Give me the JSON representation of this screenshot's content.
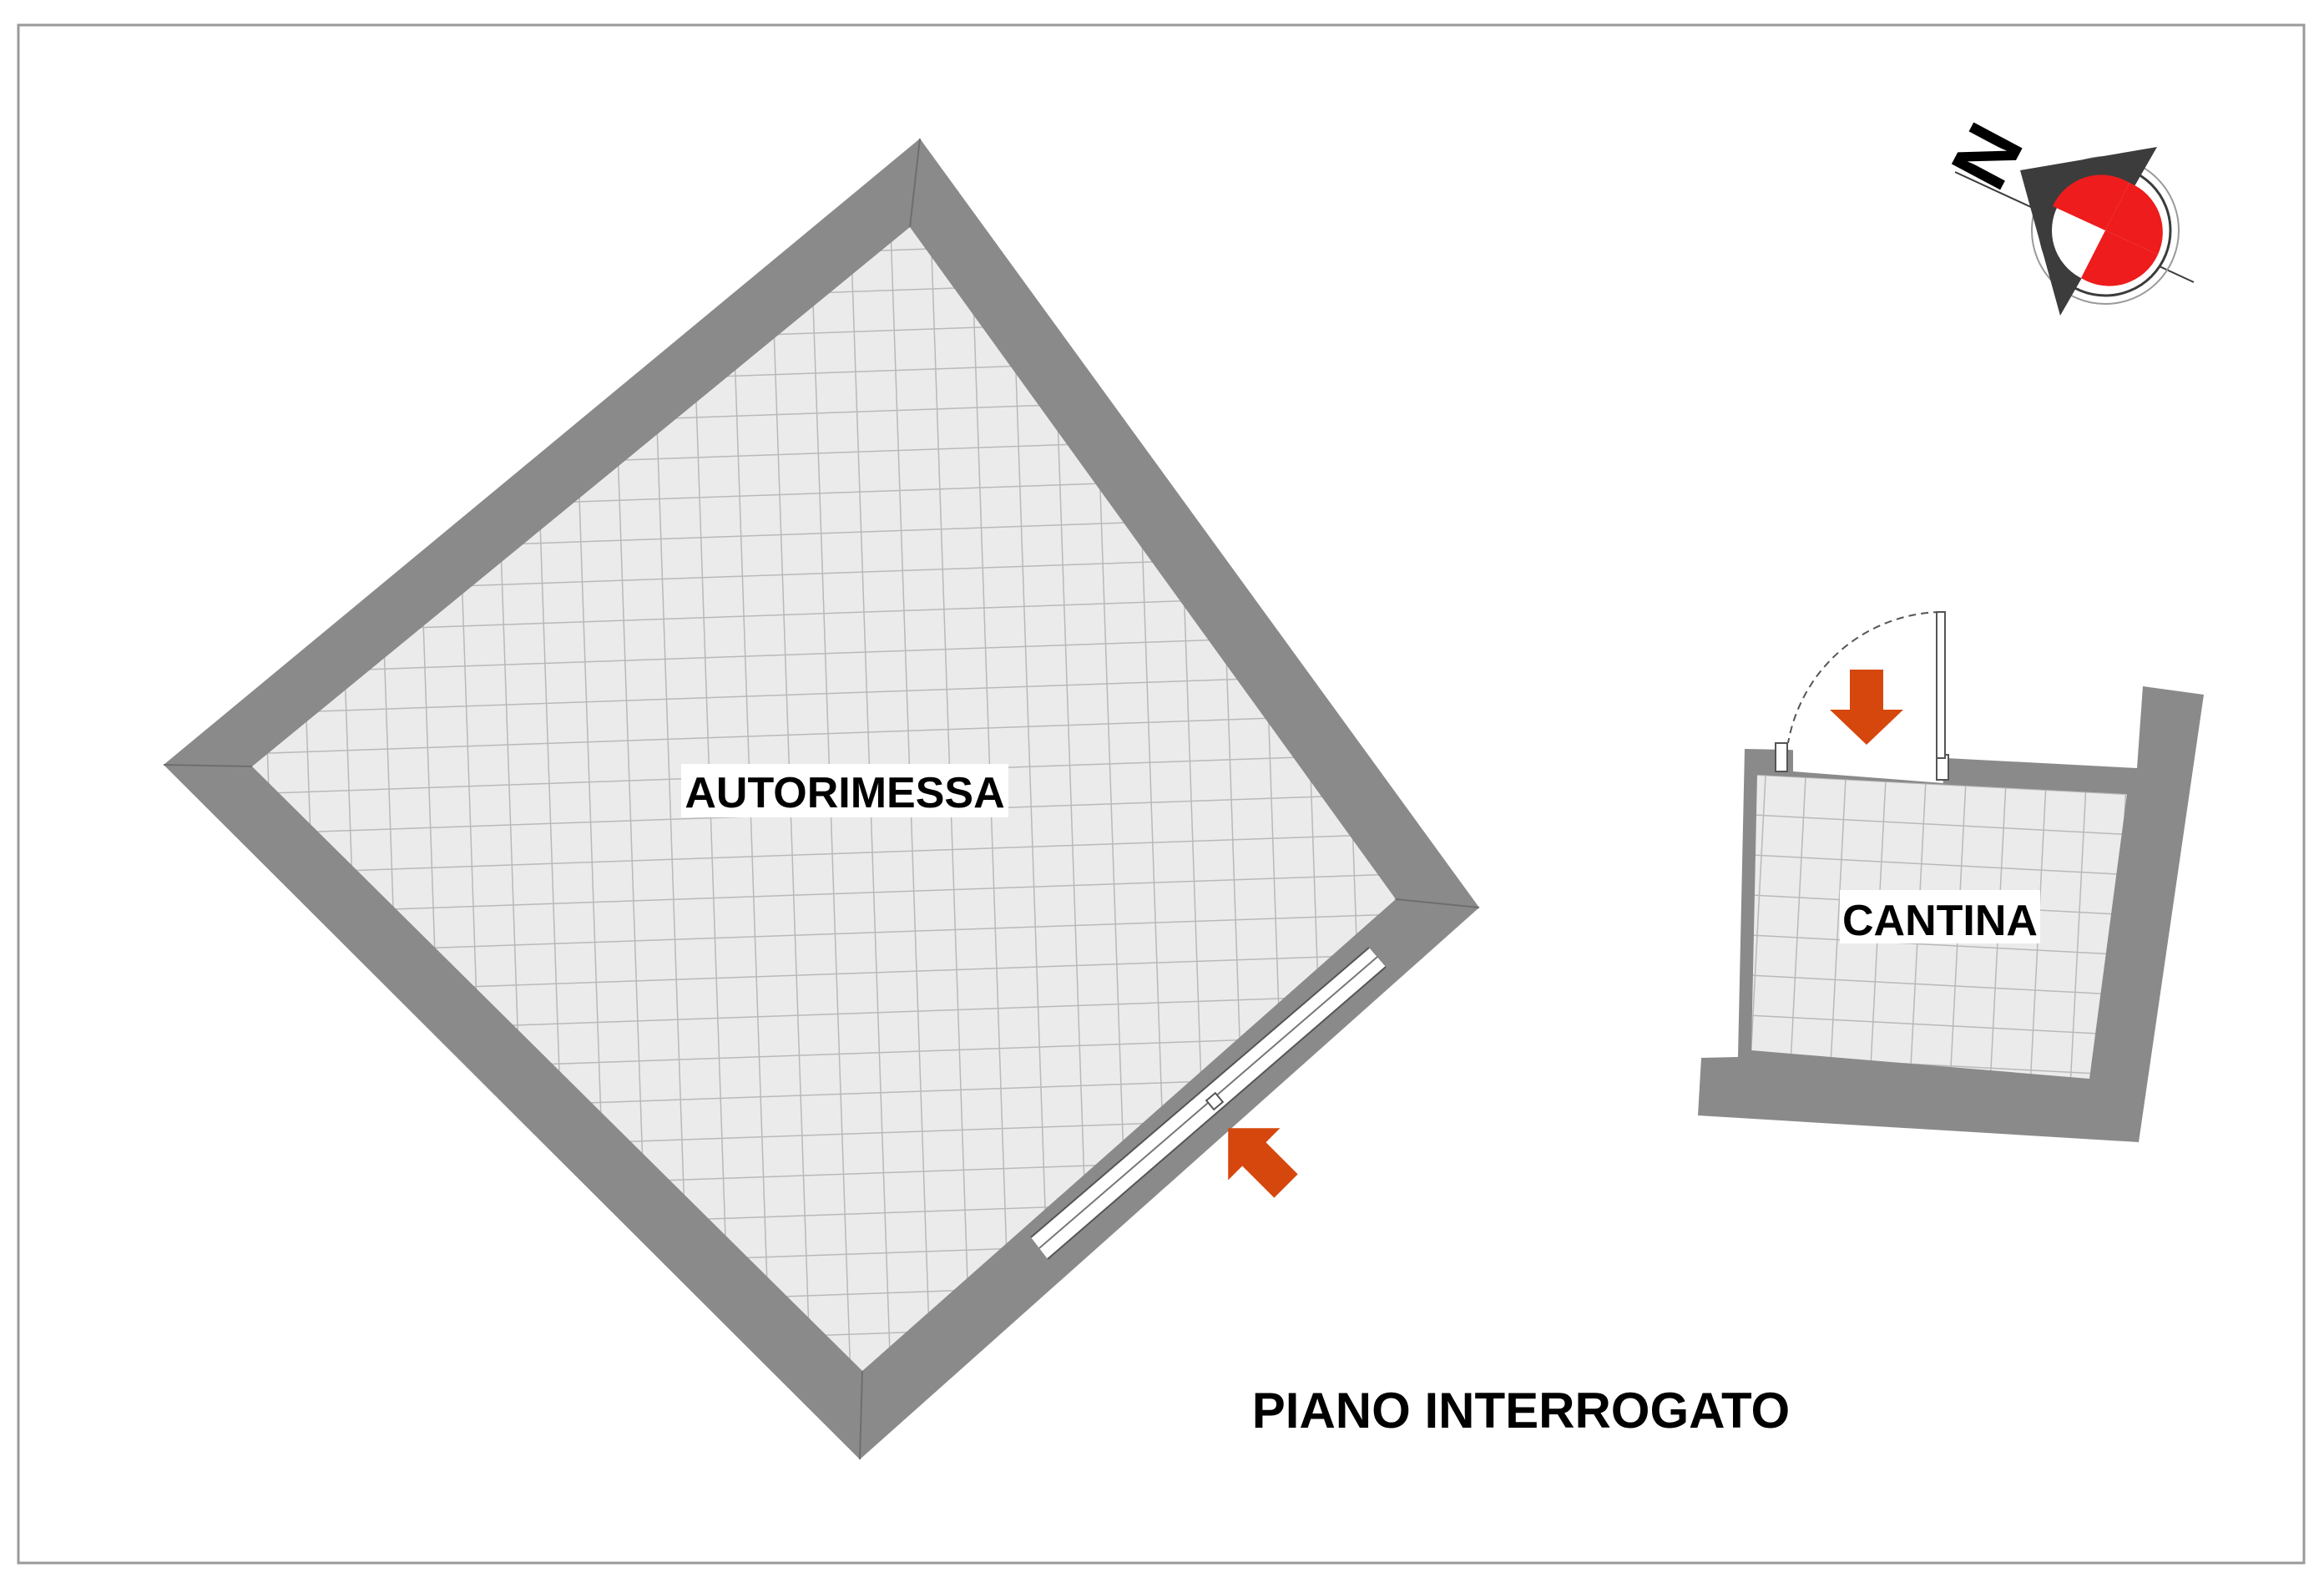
{
  "floor_title": "PIANO INTERROGATO",
  "rooms": [
    {
      "id": "garage",
      "label": "AUTORIMESSA"
    },
    {
      "id": "cellar",
      "label": "CANTINA"
    }
  ],
  "compass": {
    "north_letter": "N"
  },
  "colors": {
    "wall": "#8a8a8a",
    "wall_edge": "#6e6e6e",
    "floor": "#ebebeb",
    "floor_grid": "#b9b9b9",
    "entrance_arrow": "#d6470d",
    "compass_red": "#ee1c1c",
    "compass_dark": "#3c3c3c",
    "frame": "#9a9a9a"
  },
  "icons": {
    "entrance": "arrow-entrance-icon",
    "north": "north-compass-icon"
  }
}
